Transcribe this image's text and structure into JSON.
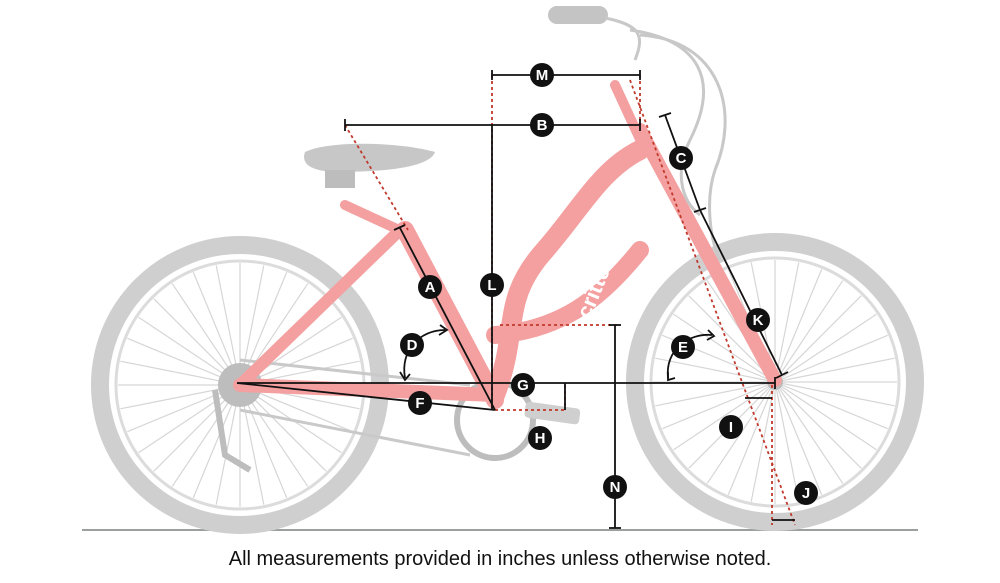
{
  "diagram": {
    "brand_text": "critter",
    "caption": "All measurements provided in inches unless otherwise noted.",
    "colors": {
      "frame": "#f4a0a0",
      "tire": "#cfcfcf",
      "dim": "#111111",
      "ref": "#c0392b",
      "badge": "#111111"
    },
    "labels": {
      "a": "A",
      "b": "B",
      "c": "C",
      "d": "D",
      "e": "E",
      "f": "F",
      "g": "G",
      "h": "H",
      "i": "I",
      "j": "J",
      "k": "K",
      "l": "L",
      "m": "M",
      "n": "N"
    }
  }
}
